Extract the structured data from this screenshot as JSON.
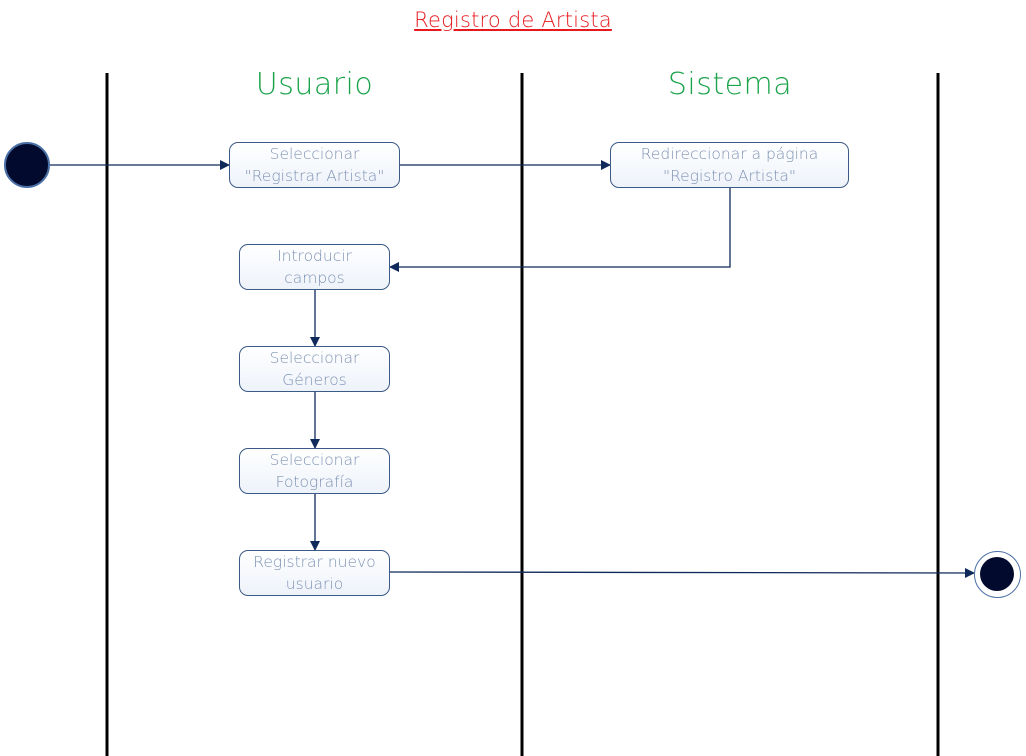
{
  "diagram": {
    "title": "Registro de Artista",
    "colors": {
      "title": "#e8191e",
      "lane_title": "#1aa34a",
      "node_text": "#7f93b4",
      "node_border": "#3b5a86",
      "connector": "#0f2a5a",
      "lane_line": "#000000",
      "pseudostate_fill": "#020a2e"
    },
    "lanes": [
      {
        "label": "Usuario"
      },
      {
        "label": "Sistema"
      }
    ],
    "nodes": [
      {
        "id": "seleccionar-registrar-artista",
        "lane": "Usuario",
        "label": "Seleccionar\n\"Registrar Artista\""
      },
      {
        "id": "redireccionar-pagina",
        "lane": "Sistema",
        "label": "Redireccionar a página\n\"Registro Artista\""
      },
      {
        "id": "introducir-campos",
        "lane": "Usuario",
        "label": "Introducir\ncampos"
      },
      {
        "id": "seleccionar-generos",
        "lane": "Usuario",
        "label": "Seleccionar\nGéneros"
      },
      {
        "id": "seleccionar-fotografia",
        "lane": "Usuario",
        "label": "Seleccionar\nFotografía"
      },
      {
        "id": "registrar-nuevo-usuario",
        "lane": "Usuario",
        "label": "Registrar nuevo\nusuario"
      }
    ],
    "edges": [
      {
        "from": "initial",
        "to": "seleccionar-registrar-artista"
      },
      {
        "from": "seleccionar-registrar-artista",
        "to": "redireccionar-pagina"
      },
      {
        "from": "redireccionar-pagina",
        "to": "introducir-campos"
      },
      {
        "from": "introducir-campos",
        "to": "seleccionar-generos"
      },
      {
        "from": "seleccionar-generos",
        "to": "seleccionar-fotografia"
      },
      {
        "from": "seleccionar-fotografia",
        "to": "registrar-nuevo-usuario"
      },
      {
        "from": "registrar-nuevo-usuario",
        "to": "final"
      }
    ]
  }
}
